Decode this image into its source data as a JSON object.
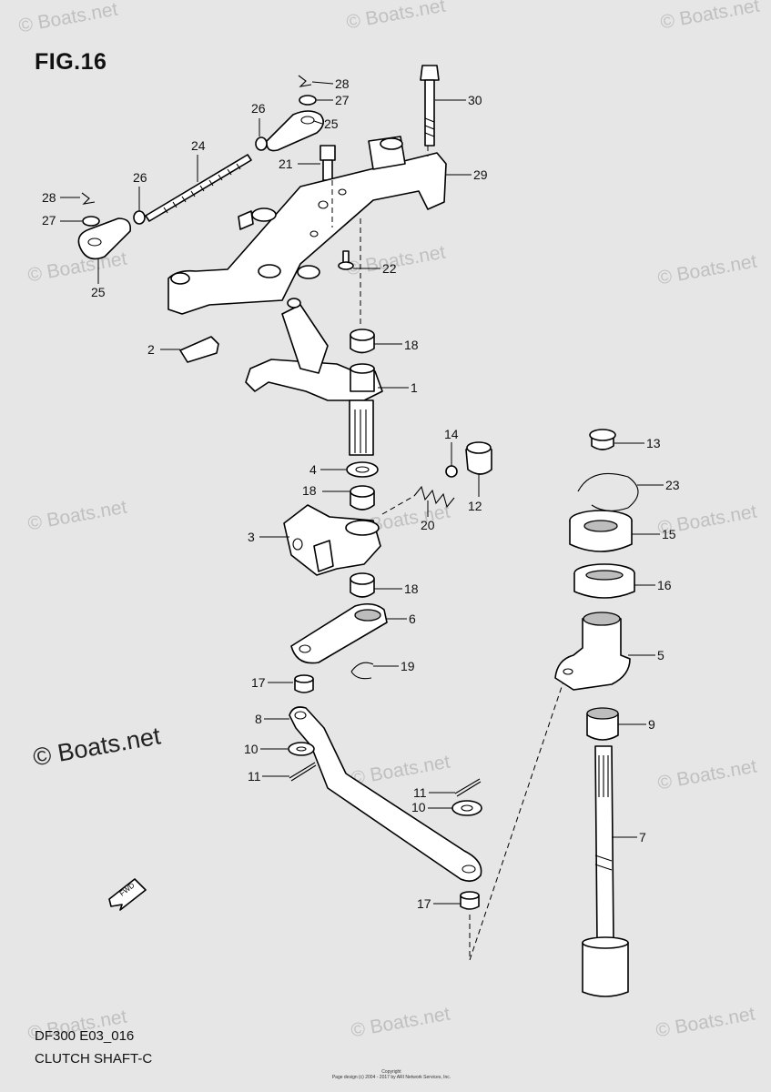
{
  "figure": {
    "title": "FIG.16",
    "model_code": "DF300 E03_016",
    "section_name": "CLUTCH SHAFT-C",
    "watermark_text": "© Boats.net",
    "copyright_lines": [
      "Copyright",
      "Page design (c) 2004 - 2017 by ARI Network Services, Inc."
    ],
    "direction_arrow_label": "FWD"
  },
  "callouts": [
    {
      "id": "c28a",
      "label": "28"
    },
    {
      "id": "c27a",
      "label": "27"
    },
    {
      "id": "c30",
      "label": "30"
    },
    {
      "id": "c26a",
      "label": "26"
    },
    {
      "id": "c25a",
      "label": "25"
    },
    {
      "id": "c24",
      "label": "24"
    },
    {
      "id": "c21",
      "label": "21"
    },
    {
      "id": "c29",
      "label": "29"
    },
    {
      "id": "c26b",
      "label": "26"
    },
    {
      "id": "c28b",
      "label": "28"
    },
    {
      "id": "c27b",
      "label": "27"
    },
    {
      "id": "c25b",
      "label": "25"
    },
    {
      "id": "c22",
      "label": "22"
    },
    {
      "id": "c18a",
      "label": "18"
    },
    {
      "id": "c2",
      "label": "2"
    },
    {
      "id": "c1",
      "label": "1"
    },
    {
      "id": "c14",
      "label": "14"
    },
    {
      "id": "c13",
      "label": "13"
    },
    {
      "id": "c4",
      "label": "4"
    },
    {
      "id": "c12",
      "label": "12"
    },
    {
      "id": "c18b",
      "label": "18"
    },
    {
      "id": "c23",
      "label": "23"
    },
    {
      "id": "c20",
      "label": "20"
    },
    {
      "id": "c3",
      "label": "3"
    },
    {
      "id": "c15",
      "label": "15"
    },
    {
      "id": "c18c",
      "label": "18"
    },
    {
      "id": "c16",
      "label": "16"
    },
    {
      "id": "c6",
      "label": "6"
    },
    {
      "id": "c5",
      "label": "5"
    },
    {
      "id": "c19",
      "label": "19"
    },
    {
      "id": "c17a",
      "label": "17"
    },
    {
      "id": "c8",
      "label": "8"
    },
    {
      "id": "c9",
      "label": "9"
    },
    {
      "id": "c10a",
      "label": "10"
    },
    {
      "id": "c11a",
      "label": "11"
    },
    {
      "id": "c11b",
      "label": "11"
    },
    {
      "id": "c10b",
      "label": "10"
    },
    {
      "id": "c7",
      "label": "7"
    },
    {
      "id": "c17b",
      "label": "17"
    }
  ]
}
